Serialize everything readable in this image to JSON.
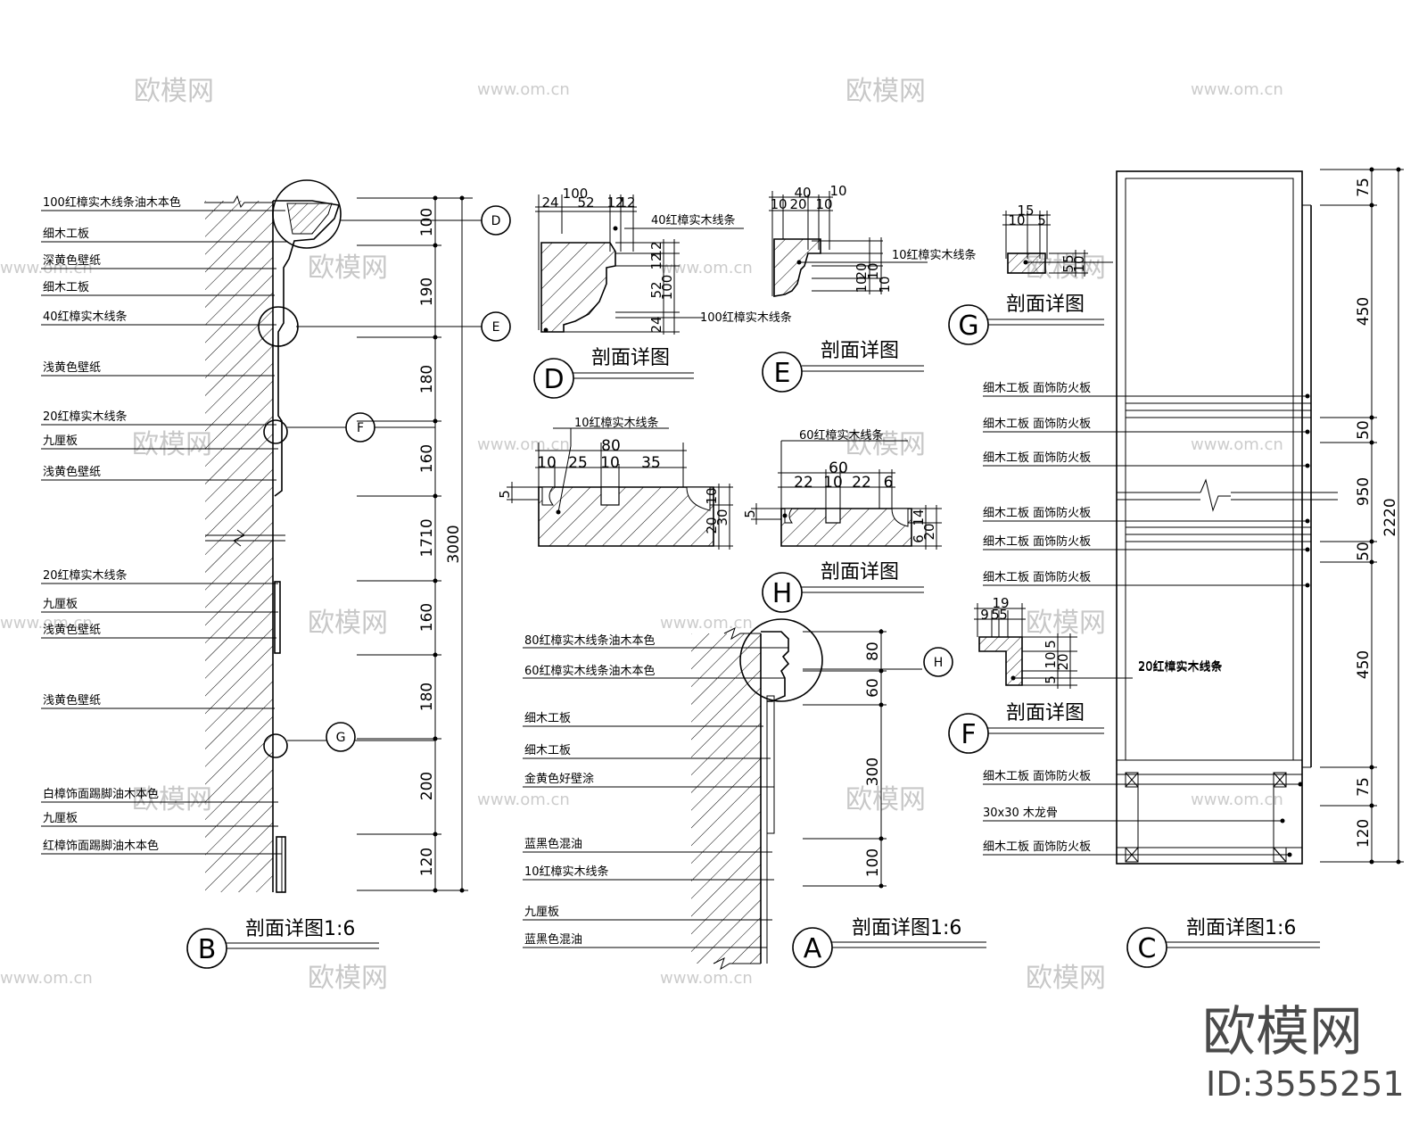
{
  "watermarks": {
    "site_name": "欧模网",
    "site_url": "www.om.cn",
    "brand": "欧模网",
    "id_text": "ID:3555251"
  },
  "section_b": {
    "title": "剖面详图1:6",
    "circle_letter": "B",
    "labels": [
      "100红樟实木线条油木本色",
      "细木工板",
      "深黄色壁纸",
      "细木工板",
      "40红樟实木线条",
      "浅黄色壁纸",
      "20红樟实木线条",
      "九厘板",
      "浅黄色壁纸",
      "20红樟实木线条",
      "九厘板",
      "浅黄色壁纸",
      "浅黄色壁纸",
      "白樟饰面踢脚油木本色",
      "九厘板",
      "红樟饰面踢脚油木本色"
    ],
    "dimensions": [
      "100",
      "190",
      "180",
      "160",
      "1710",
      "160",
      "180",
      "200",
      "120"
    ],
    "total": "3000",
    "callouts": [
      "D",
      "E",
      "F",
      "G"
    ]
  },
  "detail_d": {
    "title": "剖面详图",
    "circle_letter": "D",
    "label_top": "40红樟实木线条",
    "label_bottom": "100红樟实木线条",
    "dims_top": [
      "100",
      "24",
      "52",
      "12",
      "12"
    ],
    "dims_side": [
      "12",
      "12",
      "52",
      "100",
      "24"
    ]
  },
  "detail_e": {
    "title": "剖面详图",
    "circle_letter": "E",
    "label": "10红樟实木线条",
    "dims_top": [
      "40",
      "10",
      "10",
      "20",
      "10"
    ],
    "dims_side": [
      "20",
      "10",
      "10",
      "10"
    ]
  },
  "detail_g": {
    "title": "剖面详图",
    "circle_letter": "G",
    "dims_top": [
      "15",
      "10",
      "5"
    ],
    "dims_side": [
      "5",
      "5",
      "10"
    ]
  },
  "detail_f": {
    "title": "剖面详图",
    "circle_letter": "F",
    "label": "20红樟实木线条",
    "dims_top": [
      "19",
      "9",
      "5",
      "5"
    ],
    "dims_side": [
      "10",
      "5",
      "20",
      "5"
    ]
  },
  "detail_h": {
    "title": "剖面详图",
    "circle_letter": "H",
    "left_label": "10红樟实木线条",
    "left_dims": [
      "80",
      "10",
      "25",
      "10",
      "35",
      "5",
      "10",
      "20",
      "30"
    ],
    "right_label": "60红樟实木线条",
    "right_dims": [
      "60",
      "22",
      "10",
      "22",
      "6",
      "5",
      "14",
      "6",
      "20"
    ]
  },
  "section_a": {
    "title": "剖面详图1:6",
    "circle_letter": "A",
    "callout": "H",
    "labels": [
      "80红樟实木线条油木本色",
      "60红樟实木线条油木本色",
      "细木工板",
      "细木工板",
      "金黄色好壁涂",
      "蓝黑色混油",
      "10红樟实木线条",
      "九厘板",
      "蓝黑色混油"
    ],
    "dimensions": [
      "80",
      "60",
      "300",
      "100"
    ]
  },
  "section_c": {
    "title": "剖面详图1:6",
    "circle_letter": "C",
    "labels": [
      "细木工板 面饰防火板",
      "细木工板 面饰防火板",
      "细木工板 面饰防火板",
      "细木工板 面饰防火板",
      "细木工板 面饰防火板",
      "细木工板 面饰防火板",
      "20红樟实木线条",
      "细木工板 面饰防火板",
      "30x30 木龙骨",
      "细木工板 面饰防火板"
    ],
    "dimensions": [
      "75",
      "450",
      "50",
      "950",
      "50",
      "450",
      "75",
      "120"
    ],
    "total": "2220"
  }
}
